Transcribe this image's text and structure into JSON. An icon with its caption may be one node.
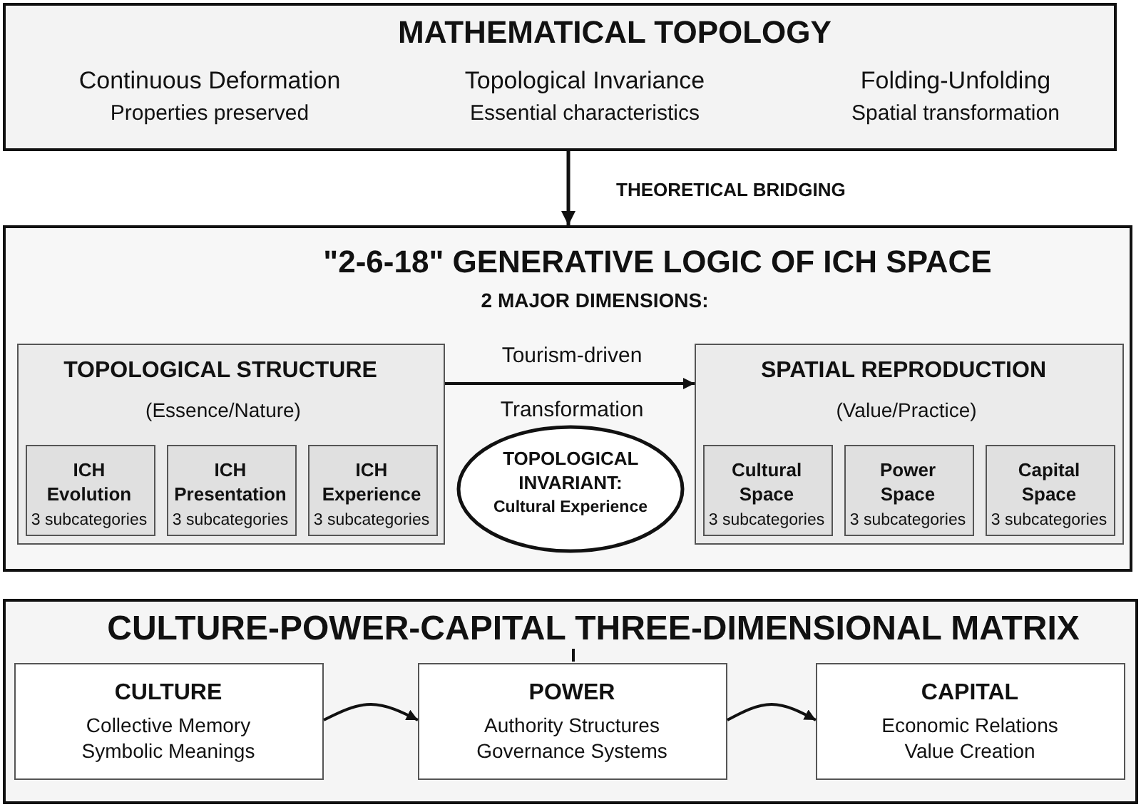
{
  "diagram": {
    "nodes": [
      {
        "text": [
          "MATHEMATICAL TOPOLOGY",
          "Continuous Deformation",
          "Properties preserved",
          "Topological Invariance",
          "Essential characteristics",
          "Folding-Unfolding",
          "Spatial transformation"
        ]
      },
      {
        "text": [
          "\"2-6-18\" GENERATIVE LOGIC OF ICH SPACE",
          "2 MAJOR DIMENSIONS:"
        ]
      },
      {
        "text": [
          "TOPOLOGICAL STRUCTURE",
          "(Essence/Nature)"
        ],
        "in": 1
      },
      {
        "text": [
          "ICH Evolution",
          "3 subcategories"
        ],
        "in": 2
      },
      {
        "text": [
          "ICH Presentation",
          "3 subcategories"
        ],
        "in": 2
      },
      {
        "text": [
          "ICH Experience",
          "3 subcategories"
        ],
        "in": 2
      },
      {
        "text": [
          "TOPOLOGICAL INVARIANT:",
          "Cultural Experience"
        ],
        "in": 1
      },
      {
        "text": [
          "SPATIAL REPRODUCTION",
          "(Value/Practice)"
        ],
        "in": 1
      },
      {
        "text": [
          "Cultural Space",
          "3 subcategories"
        ],
        "in": 7
      },
      {
        "text": [
          "Power Space",
          "3 subcategories"
        ],
        "in": 7
      },
      {
        "text": [
          "Capital Space",
          "3 subcategories"
        ],
        "in": 7
      },
      {
        "text": [
          "CULTURE-POWER-CAPITAL THREE-DIMENSIONAL MATRIX"
        ]
      },
      {
        "text": [
          "CULTURE",
          "Collective Memory",
          "Symbolic Meanings"
        ],
        "in": 11
      },
      {
        "text": [
          "POWER",
          "Authority Structures",
          "Governance Systems"
        ],
        "in": 11
      },
      {
        "text": [
          "CAPITAL",
          "Economic Relations",
          "Value Creation"
        ],
        "in": 11
      }
    ],
    "edges": [
      {
        "from": 0,
        "to": 1,
        "arrow": "to",
        "label": "THEORETICAL BRIDGING"
      },
      {
        "from": 2,
        "to": 7,
        "arrow": "to",
        "label": "Tourism-driven Transformation"
      },
      {
        "from": 12,
        "to": 13,
        "arrow": "to"
      },
      {
        "from": 13,
        "to": 14,
        "arrow": "to"
      }
    ]
  }
}
